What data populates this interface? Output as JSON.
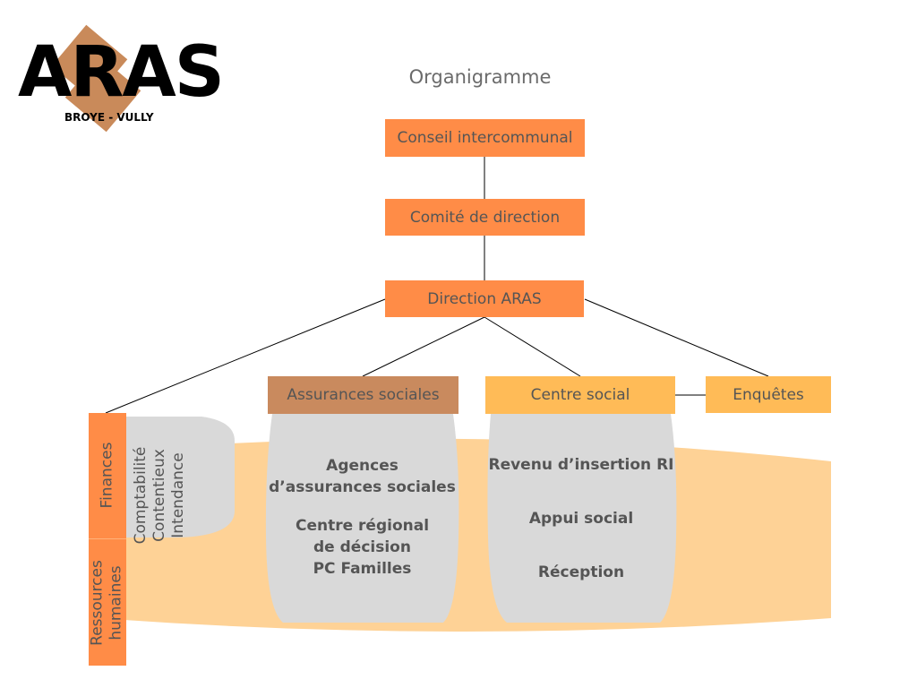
{
  "logo": {
    "name": "ARAS",
    "subtitle": "BROYE - VULLY",
    "accent_color": "#c98a5a"
  },
  "title": "Organigramme",
  "colors": {
    "top_box": "#ff8c47",
    "assurances_box": "#c98a5e",
    "centre_social_box": "#ffbb57",
    "bubble": "#d9d9d9",
    "base_band": "#fed296",
    "text": "#555555",
    "line": "#000000"
  },
  "nodes": {
    "conseil": "Conseil intercommunal",
    "comite": "Comité de direction",
    "direction": "Direction ARAS",
    "assurances": "Assurances sociales",
    "centre_social": "Centre social",
    "enquetes": "Enquêtes",
    "finances": "Finances",
    "rh": "Ressources humaines"
  },
  "finances_items": {
    "line1": "Comptabilité",
    "line2": "Contentieux",
    "line3": "Intendance"
  },
  "rh_label": {
    "line1": "Ressources",
    "line2": "humaines"
  },
  "assurances_items": {
    "item1_line1": "Agences",
    "item1_line2": "d’assurances sociales",
    "item2_line1": "Centre régional",
    "item2_line2": "de décision",
    "item2_line3": "PC Familles"
  },
  "centre_social_items": {
    "item1": "Revenu d’insertion RI",
    "item2": "Appui social",
    "item3": "Réception"
  }
}
